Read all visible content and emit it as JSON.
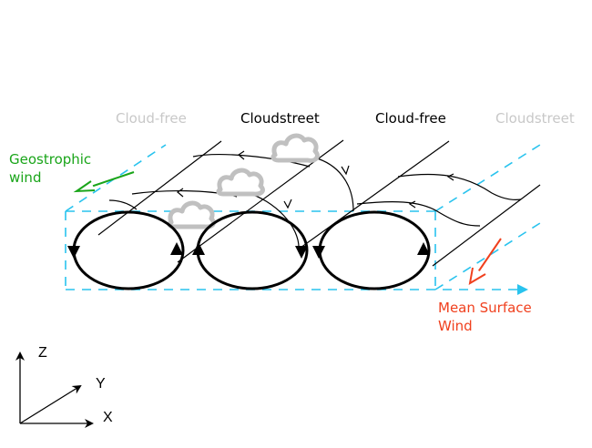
{
  "diagram": {
    "top_labels": [
      {
        "text": "Cloud-free",
        "color": "#c8c8c8"
      },
      {
        "text": "Cloudstreet",
        "color": "#000000"
      },
      {
        "text": "Cloud-free",
        "color": "#000000"
      },
      {
        "text": "Cloudstreet",
        "color": "#c8c8c8"
      }
    ],
    "geostrophic_wind": {
      "line1": "Geostrophic",
      "line2": "wind",
      "color": "#1aa51a"
    },
    "mean_surface_wind": {
      "line1": "Mean Surface",
      "line2": "Wind",
      "color": "#f0401e"
    },
    "axes": {
      "z": "Z",
      "y": "Y",
      "x": "X"
    },
    "colors": {
      "box_dash": "#29c3ee",
      "roll": "#000000",
      "cloud": "#c0c0c0"
    }
  }
}
